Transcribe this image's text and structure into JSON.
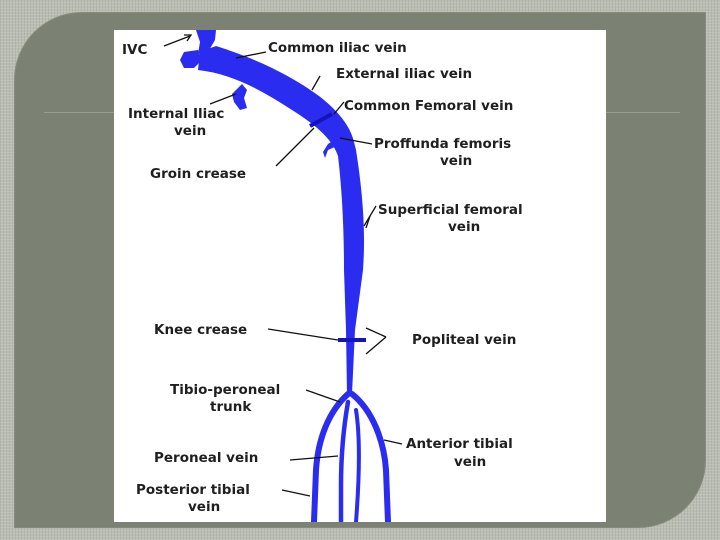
{
  "diagram": {
    "labels": {
      "ivc": "IVC",
      "common_iliac": "Common iliac vein",
      "external_iliac": "External iliac vein",
      "internal_iliac_1": "Internal Iliac",
      "internal_iliac_2": "vein",
      "common_femoral": "Common Femoral vein",
      "profunda_1": "Proffunda femoris",
      "profunda_2": "vein",
      "groin_crease": "Groin crease",
      "superficial_femoral_1": "Superficial femoral",
      "superficial_femoral_2": "vein",
      "knee_crease": "Knee crease",
      "popliteal": "Popliteal vein",
      "tibio_peroneal_1": "Tibio-peroneal",
      "tibio_peroneal_2": "trunk",
      "anterior_tibial_1": "Anterior tibial",
      "anterior_tibial_2": "vein",
      "peroneal": "Peroneal vein",
      "posterior_tibial_1": "Posterior tibial",
      "posterior_tibial_2": "vein"
    },
    "colors": {
      "vein": "#2a2cf0",
      "crease_marker": "#1414b8",
      "label_text": "#1f1f1f",
      "background": "#ffffff"
    }
  }
}
